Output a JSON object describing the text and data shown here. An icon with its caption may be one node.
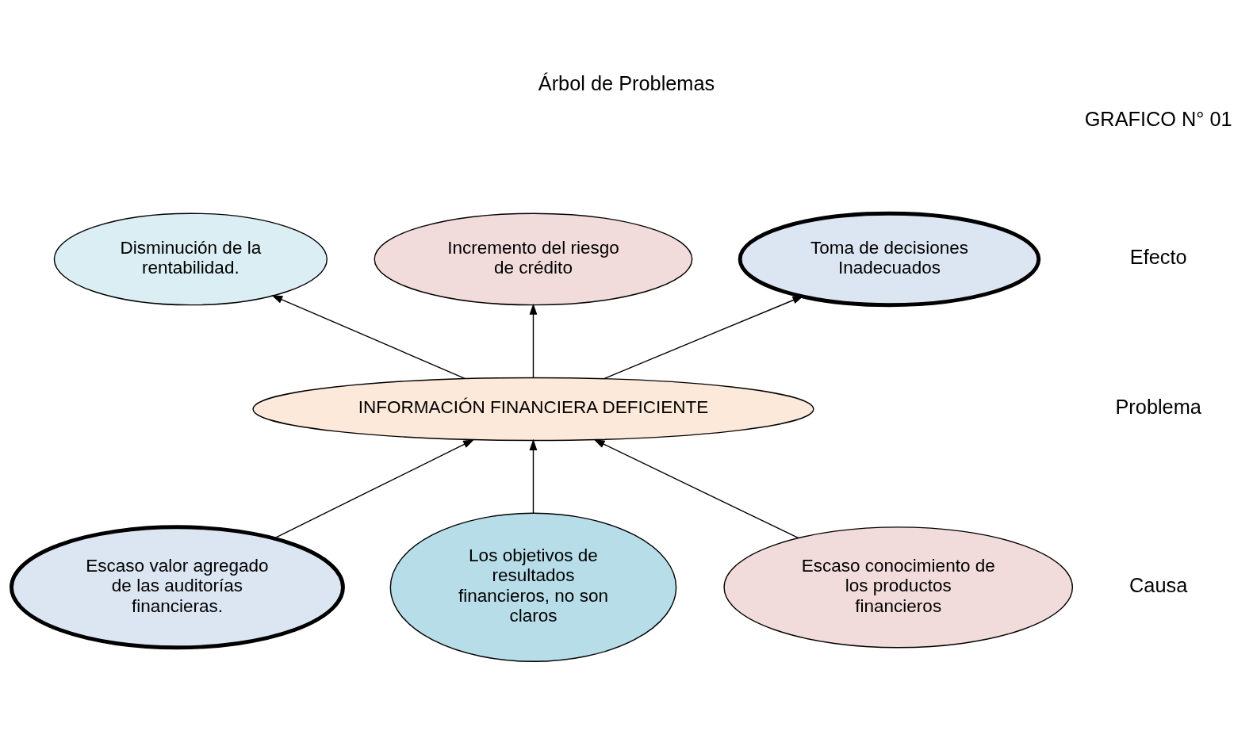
{
  "diagram": {
    "title": "Árbol de Problemas",
    "nodes": [
      {
        "text": [
          "Disminución de la rentabilidad."
        ]
      },
      {
        "text": [
          "Incremento del riesgo de crédito"
        ]
      },
      {
        "text": [
          "Toma de decisiones Inadecuados"
        ]
      },
      {
        "text": [
          "INFORMACIÓN FINANCIERA DEFICIENTE"
        ]
      },
      {
        "text": [
          "Escaso valor agregado de las auditorías financieras."
        ]
      },
      {
        "text": [
          "Los objetivos de resultados financieros, no son claros"
        ]
      },
      {
        "text": [
          "Escaso conocimiento de los productos financieros"
        ]
      }
    ],
    "edges": [
      {
        "from": 3,
        "to": 0,
        "arrow": "to"
      },
      {
        "from": 3,
        "to": 1,
        "arrow": "to"
      },
      {
        "from": 3,
        "to": 2,
        "arrow": "to"
      },
      {
        "from": 4,
        "to": 3,
        "arrow": "to"
      },
      {
        "from": 5,
        "to": 3,
        "arrow": "to"
      },
      {
        "from": 6,
        "to": 3,
        "arrow": "to"
      }
    ],
    "labels": [
      "GRAFICO N° 01",
      "Efecto",
      "Problema",
      "Causa"
    ]
  }
}
